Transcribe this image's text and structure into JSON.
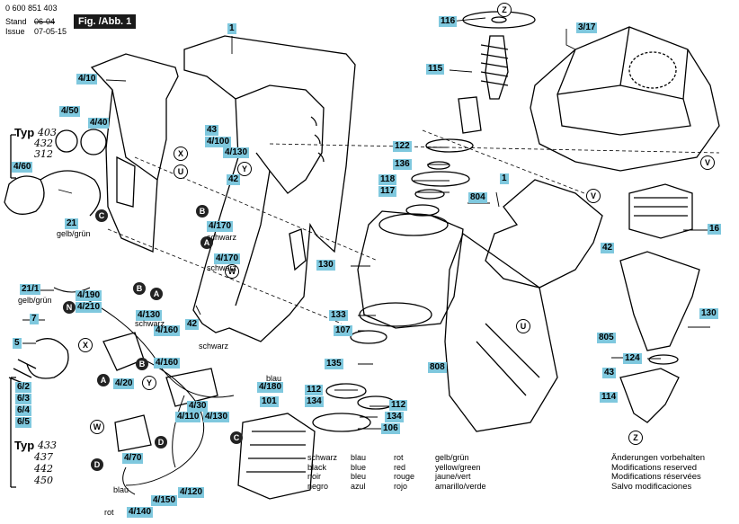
{
  "header": {
    "part_number": "0 600 851 403",
    "stand_label": "Stand",
    "stand_value": "06-04",
    "issue_label": "Issue",
    "issue_value": "07-05-15",
    "fig_label": "Fig. /Abb. 1"
  },
  "typ_top": {
    "label": "Typ",
    "values": [
      "403",
      "432",
      "312"
    ]
  },
  "typ_bottom": {
    "label": "Typ",
    "values": [
      "433",
      "437",
      "442",
      "450"
    ]
  },
  "callouts": [
    "1",
    "3/17",
    "116",
    "115",
    "4/10",
    "4/50",
    "4/40",
    "4/60",
    "21",
    "43",
    "4/100",
    "4/130",
    "42",
    "122",
    "136",
    "118",
    "117",
    "804",
    "1",
    "16",
    "42",
    "4/170",
    "4/170",
    "130",
    "21/1",
    "4/190",
    "4/210",
    "7",
    "5",
    "4/130",
    "4/160",
    "4/160",
    "42",
    "133",
    "107",
    "135",
    "808",
    "112",
    "134",
    "112",
    "134",
    "106",
    "101",
    "4/20",
    "4/30",
    "4/110",
    "4/130",
    "4/180",
    "6/2",
    "6/3",
    "6/4",
    "6/5",
    "4/70",
    "4/150",
    "4/120",
    "4/140",
    "805",
    "130",
    "124",
    "43",
    "114"
  ],
  "circles": [
    "Z",
    "V",
    "X",
    "U",
    "Y",
    "B",
    "A",
    "W",
    "C",
    "N",
    "B",
    "A",
    "X",
    "B",
    "A",
    "Y",
    "V",
    "U",
    "W",
    "D",
    "C",
    "D",
    "Z"
  ],
  "plain_labels": {
    "gelb_gruen_1": "gelb/grün",
    "gelb_gruen_2": "gelb/grün",
    "schwarz_1": "schwarz",
    "schwarz_2": "schwarz",
    "schwarz_3": "schwarz",
    "schwarz_4": "schwarz",
    "blau_1": "blau",
    "blau_2": "blau",
    "rot_1": "rot"
  },
  "color_legend": {
    "de": [
      "schwarz",
      "blau",
      "rot",
      "gelb/grün"
    ],
    "en": [
      "black",
      "blue",
      "red",
      "yellow/green"
    ],
    "fr": [
      "noir",
      "bleu",
      "rouge",
      "jaune/vert"
    ],
    "es": [
      "negro",
      "azul",
      "rojo",
      "amarillo/verde"
    ]
  },
  "notes": [
    "Änderungen vorbehalten",
    "Modifications reserved",
    "Modifications réservées",
    "Salvo modificaciones"
  ],
  "colors": {
    "callout_bg": "#7fc8de",
    "line": "#000000"
  }
}
